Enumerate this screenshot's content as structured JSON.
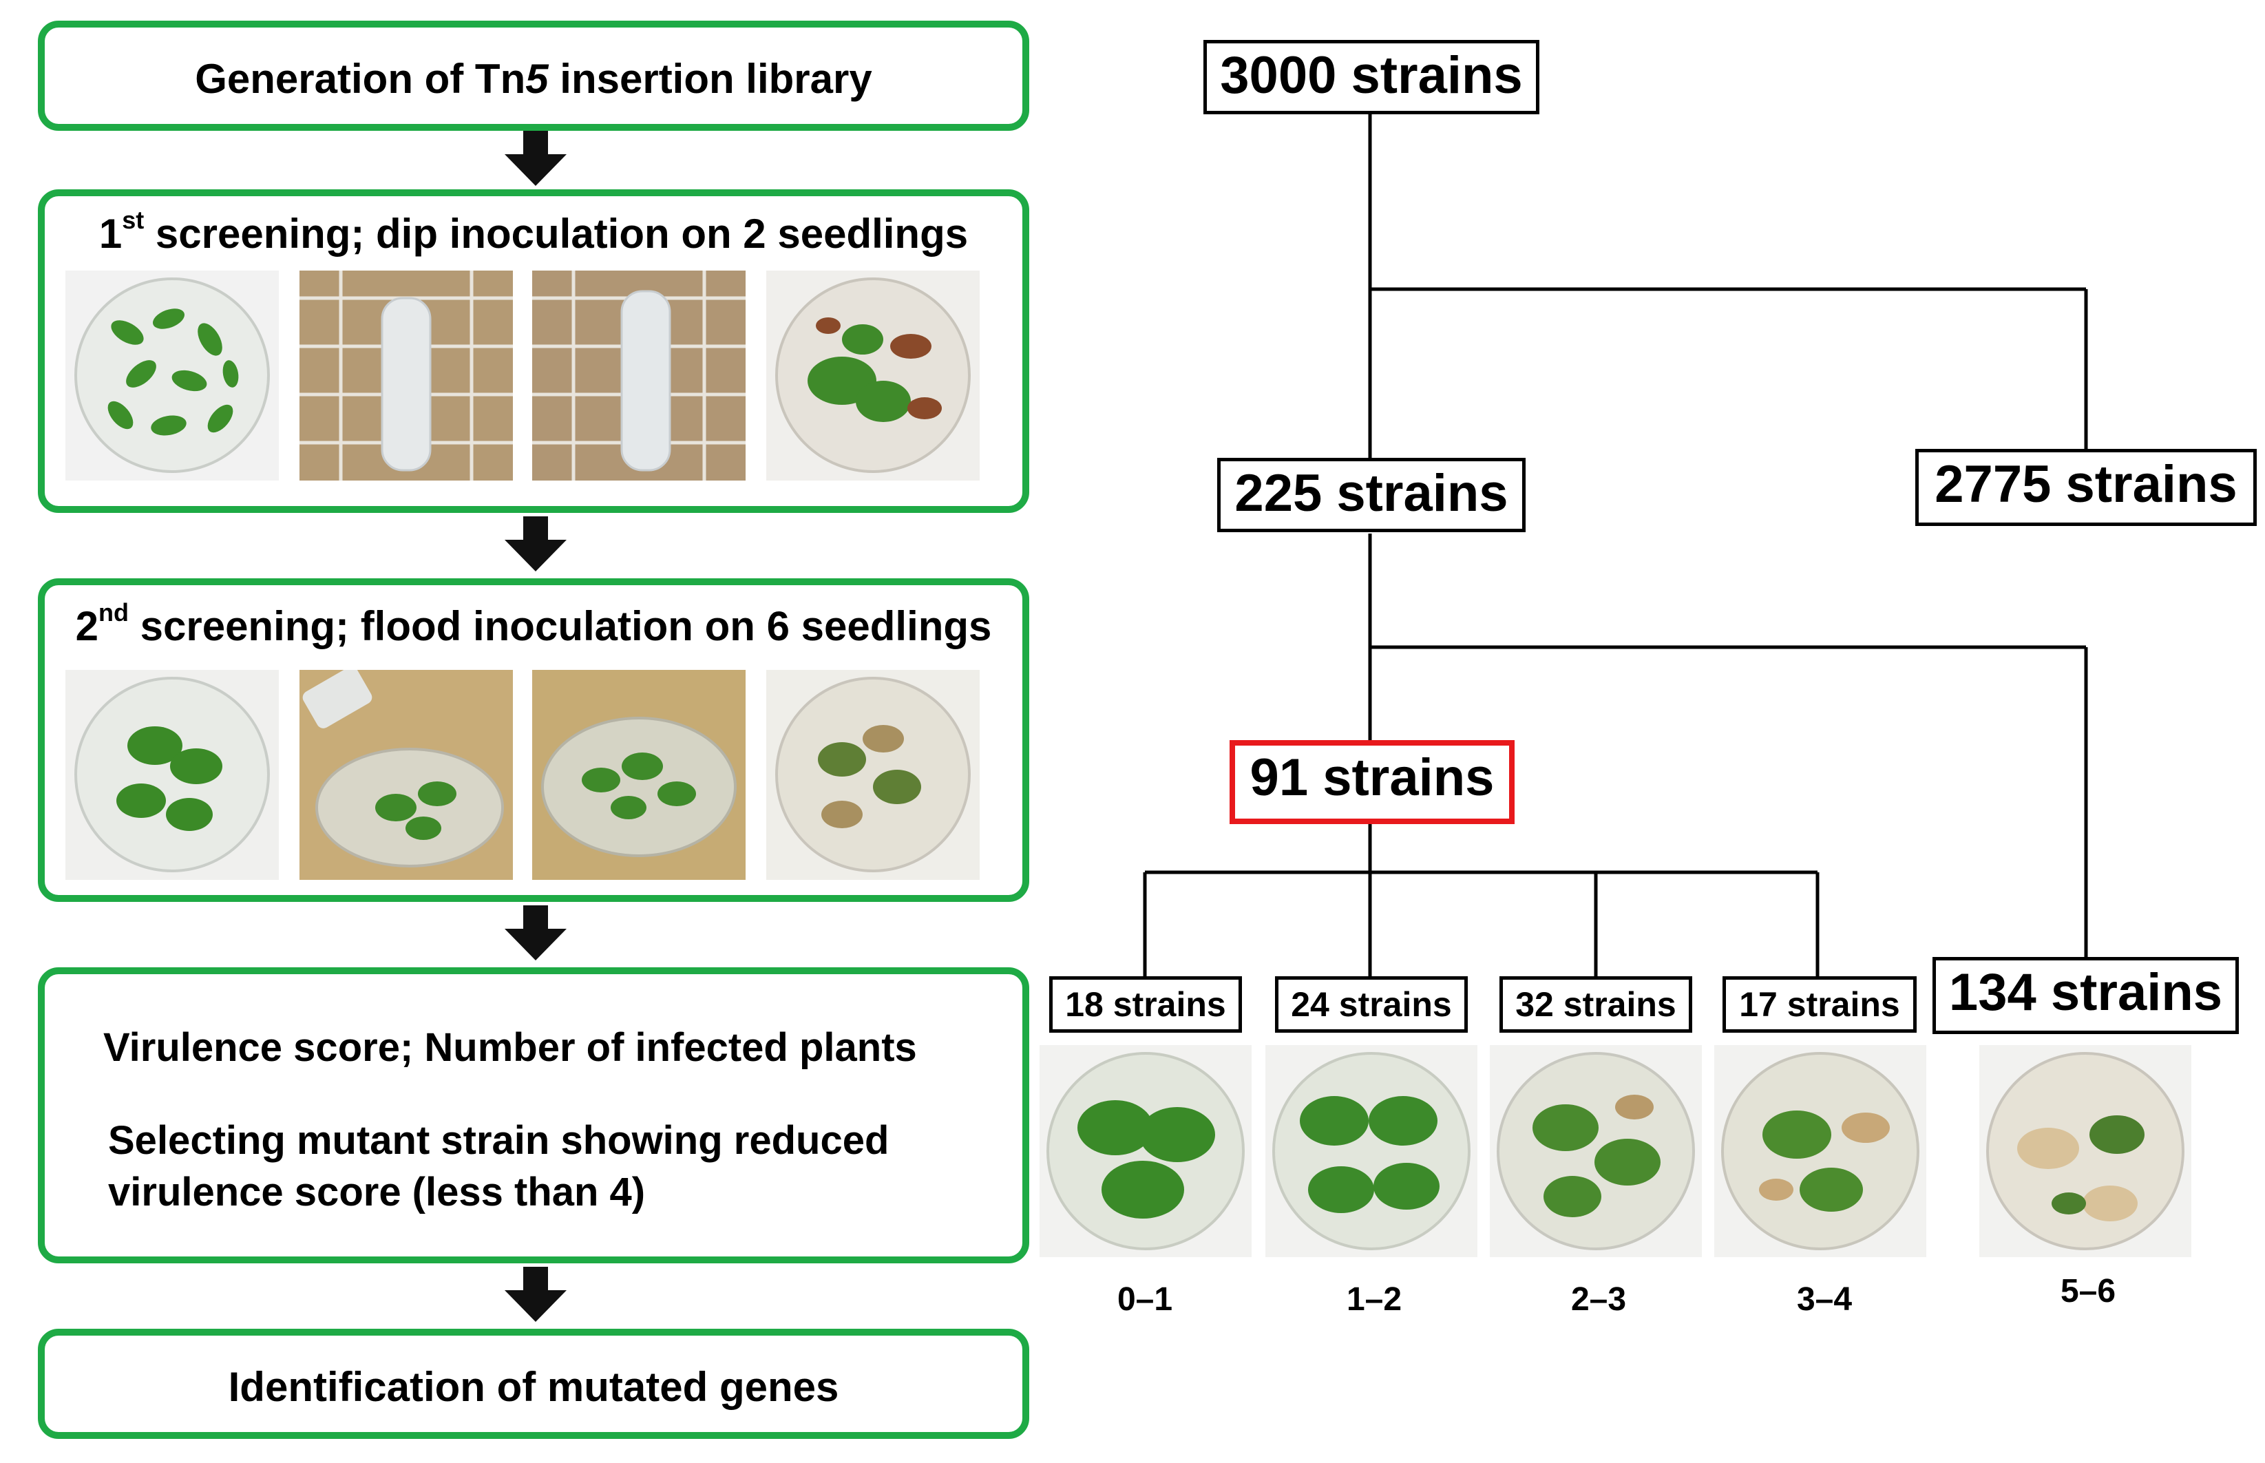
{
  "pipeline": {
    "library": "Generation of Tn5 insertion library",
    "screen1": {
      "ordinal": "1",
      "sup": "st",
      "text": " screening; dip inoculation on 2 seedlings"
    },
    "screen2": {
      "ordinal": "2",
      "sup": "nd",
      "text": " screening; flood inoculation on 6 seedlings"
    },
    "virulence_line": "Virulence score; Number of infected plants",
    "selecting_line1": "Selecting mutant strain showing reduced",
    "selecting_line2": "virulence score (less than 4)",
    "identification": "Identification of mutated genes"
  },
  "tree": {
    "root": "3000 strains",
    "level1": [
      "225 strains",
      "2775 strains"
    ],
    "level2": [
      "91 strains",
      "134 strains"
    ],
    "level3": [
      "18 strains",
      "24 strains",
      "32 strains",
      "17 strains"
    ],
    "scores": [
      "0–1",
      "1–2",
      "2–3",
      "3–4",
      "5–6"
    ]
  },
  "colors": {
    "step_border": "#1eaa45",
    "highlight": "#e8191c",
    "arrow": "#111111"
  }
}
